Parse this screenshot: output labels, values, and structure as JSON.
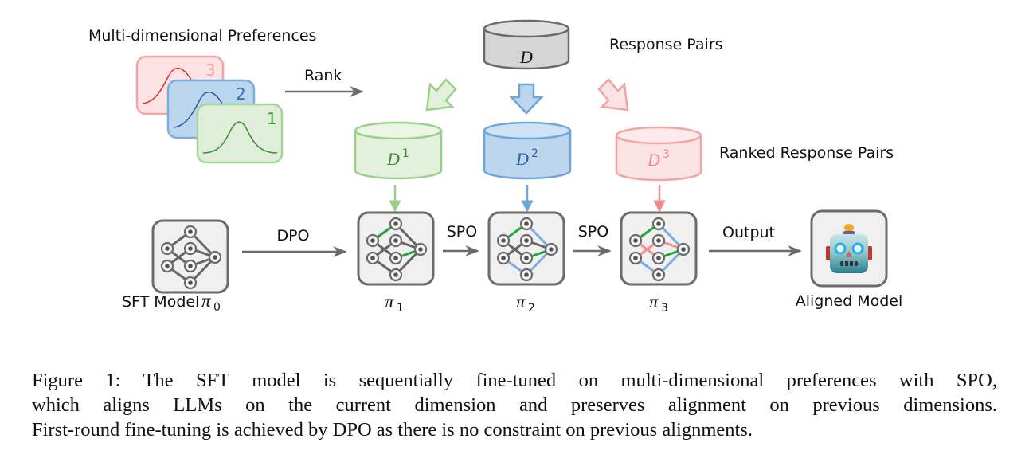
{
  "figure": {
    "labels": {
      "multi_dim_prefs": "Multi-dimensional Preferences",
      "rank": "Rank",
      "response_pairs": "Response Pairs",
      "ranked_response_pairs": "Ranked Response Pairs",
      "dpo": "DPO",
      "spo_1": "SPO",
      "spo_2": "SPO",
      "output": "Output",
      "sft_model": "SFT Model",
      "aligned_model": "Aligned Model"
    },
    "preference_cards": [
      {
        "number": "3",
        "color": "#f08080",
        "fill": "#fde3e3",
        "curve": "#e03030"
      },
      {
        "number": "2",
        "color": "#4a86c8",
        "fill": "#bcd6ee",
        "curve": "#2f55a8"
      },
      {
        "number": "1",
        "color": "#4f9a46",
        "fill": "#dfeed8",
        "curve": "#3f8a3a"
      }
    ],
    "databases": {
      "source": {
        "label": "D",
        "sup": "",
        "stroke": "#6a6a6a",
        "fill": "#d5d5d5",
        "text": "#111111"
      },
      "ranked": [
        {
          "label": "D",
          "sup": "1",
          "stroke": "#9ccf8c",
          "fill": "#e3f1dc",
          "text": "#3a8a33"
        },
        {
          "label": "D",
          "sup": "2",
          "stroke": "#6fa6da",
          "fill": "#bcd6ee",
          "text": "#2d5fae"
        },
        {
          "label": "D",
          "sup": "3",
          "stroke": "#f5a3a3",
          "fill": "#fde4e4",
          "text": "#f08a8a"
        }
      ]
    },
    "models": [
      {
        "symbol": "π",
        "sub": "0",
        "prefix": "SFT Model "
      },
      {
        "symbol": "π",
        "sub": "1",
        "prefix": ""
      },
      {
        "symbol": "π",
        "sub": "2",
        "prefix": ""
      },
      {
        "symbol": "π",
        "sub": "3",
        "prefix": ""
      }
    ],
    "colors": {
      "arrow_gray": "#6b6b6b",
      "box_stroke": "#6b6b6b",
      "box_fill": "#f0f0f0",
      "edge_gray": "#666666",
      "edge_green": "#22a83a",
      "edge_blue": "#7aaee0",
      "edge_red": "#f09090"
    },
    "robot_icon": "robot-face"
  },
  "caption": {
    "lines": [
      "Figure 1: The SFT model is sequentially fine-tuned on multi-dimensional preferences with SPO,",
      "which aligns LLMs on the current dimension and preserves alignment on previous dimensions.",
      "First-round fine-tuning is achieved by DPO as there is no constraint on previous alignments."
    ]
  }
}
